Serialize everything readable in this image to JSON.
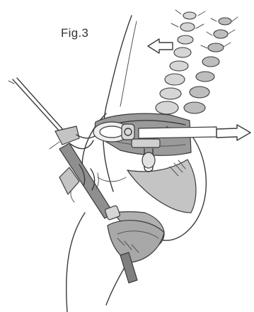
{
  "figure": {
    "label": "Fig.3"
  },
  "colors": {
    "ink": "#3a3a3a",
    "shade_dark": "#9a9a9a",
    "shade_mid": "#c4c4c4",
    "shade_light": "#e2e2e2",
    "paper": "#ffffff"
  },
  "icons": {
    "spine": "vertebral-column-sketch",
    "pull_left": "hollow-arrow-left",
    "pull_right": "hollow-arrow-right"
  }
}
